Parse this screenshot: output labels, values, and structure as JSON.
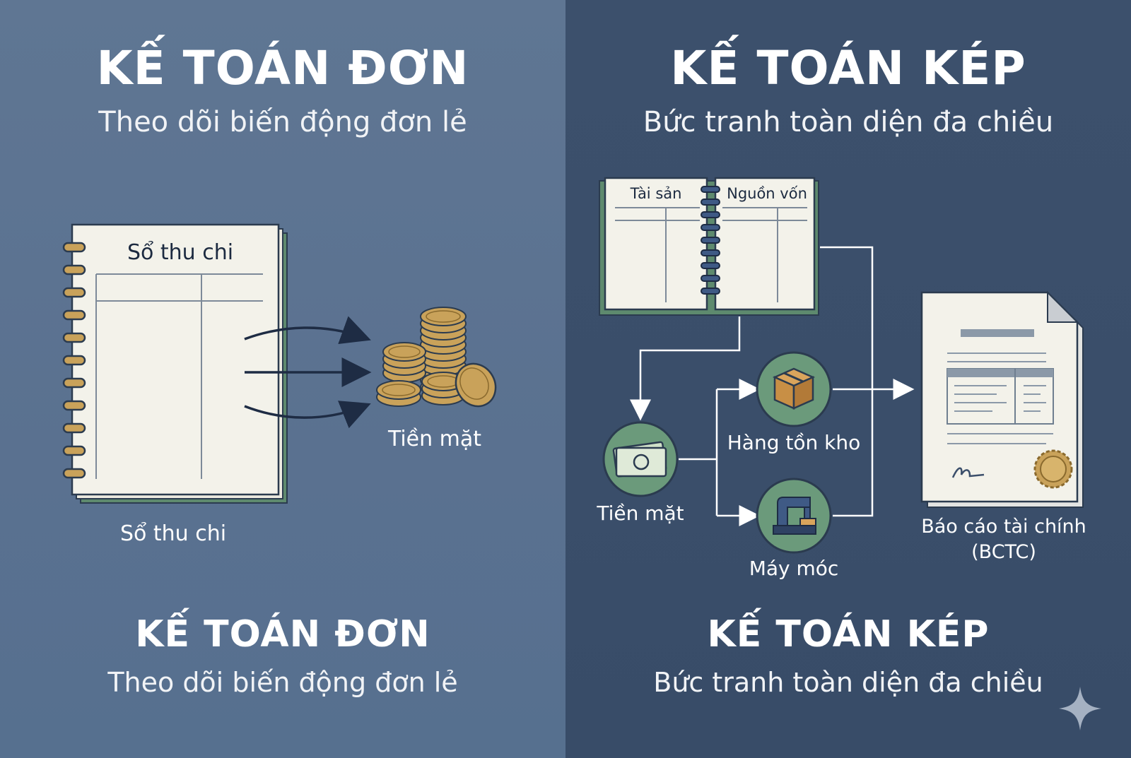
{
  "left": {
    "title_top": "KẾ TOÁN ĐƠN",
    "subtitle_top": "Theo dõi biến động đơn lẻ",
    "ledger_header": "Sổ thu chi",
    "ledger_caption": "Sổ thu chi",
    "cash_label": "Tiền mặt",
    "title_bottom": "KẾ TOÁN ĐƠN",
    "subtitle_bottom": "Theo dõi biến động đơn lẻ"
  },
  "right": {
    "title_top": "KẾ TOÁN KÉP",
    "subtitle_top": "Bức tranh toàn diện đa chiều",
    "ledger_left_header": "Tài sản",
    "ledger_right_header": "Nguồn vốn",
    "cash_label": "Tiền mặt",
    "inventory_label": "Hàng tồn kho",
    "machinery_label": "Máy móc",
    "report_label_line1": "Báo cáo tài chính",
    "report_label_line2": "(BCTC)",
    "title_bottom": "KẾ TOÁN KÉP",
    "subtitle_bottom": "Bức tranh toàn diện đa chiều"
  },
  "colors": {
    "left_bg": "#5f7693",
    "right_bg": "#3c506c",
    "paper": "#f3f2ea",
    "paper_edge": "#5e8a6e",
    "coin": "#c9a25a",
    "circle": "#6b9a7b",
    "arrow_dark": "#1e2c44"
  },
  "icons": [
    "spiral-notebook-icon",
    "coin-stack-icon",
    "banknote-icon",
    "box-icon",
    "sewing-machine-icon",
    "document-icon",
    "seal-icon",
    "sparkle-icon"
  ]
}
